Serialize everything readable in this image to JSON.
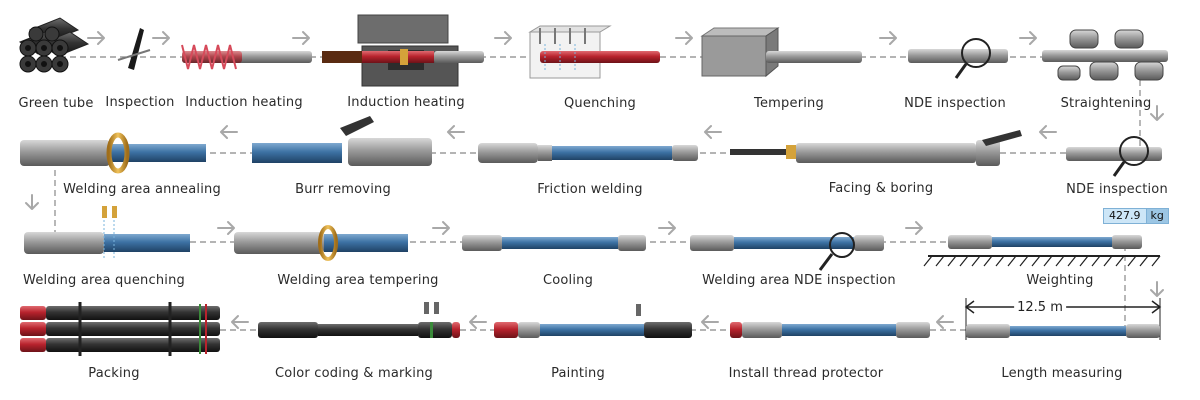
{
  "steps": [
    {
      "id": "green-tube",
      "label": "Green tube"
    },
    {
      "id": "inspection",
      "label": "Inspection"
    },
    {
      "id": "induction-heating-1",
      "label": "Induction heating"
    },
    {
      "id": "induction-heating-2",
      "label": "Induction heating"
    },
    {
      "id": "quenching",
      "label": "Quenching"
    },
    {
      "id": "tempering",
      "label": "Tempering"
    },
    {
      "id": "nde-inspection-1",
      "label": "NDE inspection"
    },
    {
      "id": "straightening",
      "label": "Straightening"
    },
    {
      "id": "nde-inspection-2",
      "label": "NDE inspection"
    },
    {
      "id": "facing-boring",
      "label": "Facing & boring"
    },
    {
      "id": "friction-welding",
      "label": "Friction welding"
    },
    {
      "id": "burr-removing",
      "label": "Burr removing"
    },
    {
      "id": "welding-area-annealing",
      "label": "Welding area annealing"
    },
    {
      "id": "welding-area-quenching",
      "label": "Welding area quenching"
    },
    {
      "id": "welding-area-tempering",
      "label": "Welding area tempering"
    },
    {
      "id": "cooling",
      "label": "Cooling"
    },
    {
      "id": "welding-area-nde-inspection",
      "label": "Welding area NDE inspection"
    },
    {
      "id": "weighting",
      "label": "Weighting"
    },
    {
      "id": "length-measuring",
      "label": "Length measuring"
    },
    {
      "id": "install-thread-protector",
      "label": "Install thread protector"
    },
    {
      "id": "painting",
      "label": "Painting"
    },
    {
      "id": "color-coding-marking",
      "label": "Color coding & marking"
    },
    {
      "id": "packing",
      "label": "Packing"
    }
  ],
  "weight": {
    "value": "427.9",
    "unit": "kg"
  },
  "length": {
    "value": "12.5 m"
  },
  "colors": {
    "steel": "#8f8f8f",
    "blue": "#3d72a4",
    "red": "#b8232d",
    "arrow": "#a8a8a8",
    "coil": "#d64a5a",
    "gold": "#d4a23a",
    "black": "#2e2e2e"
  }
}
